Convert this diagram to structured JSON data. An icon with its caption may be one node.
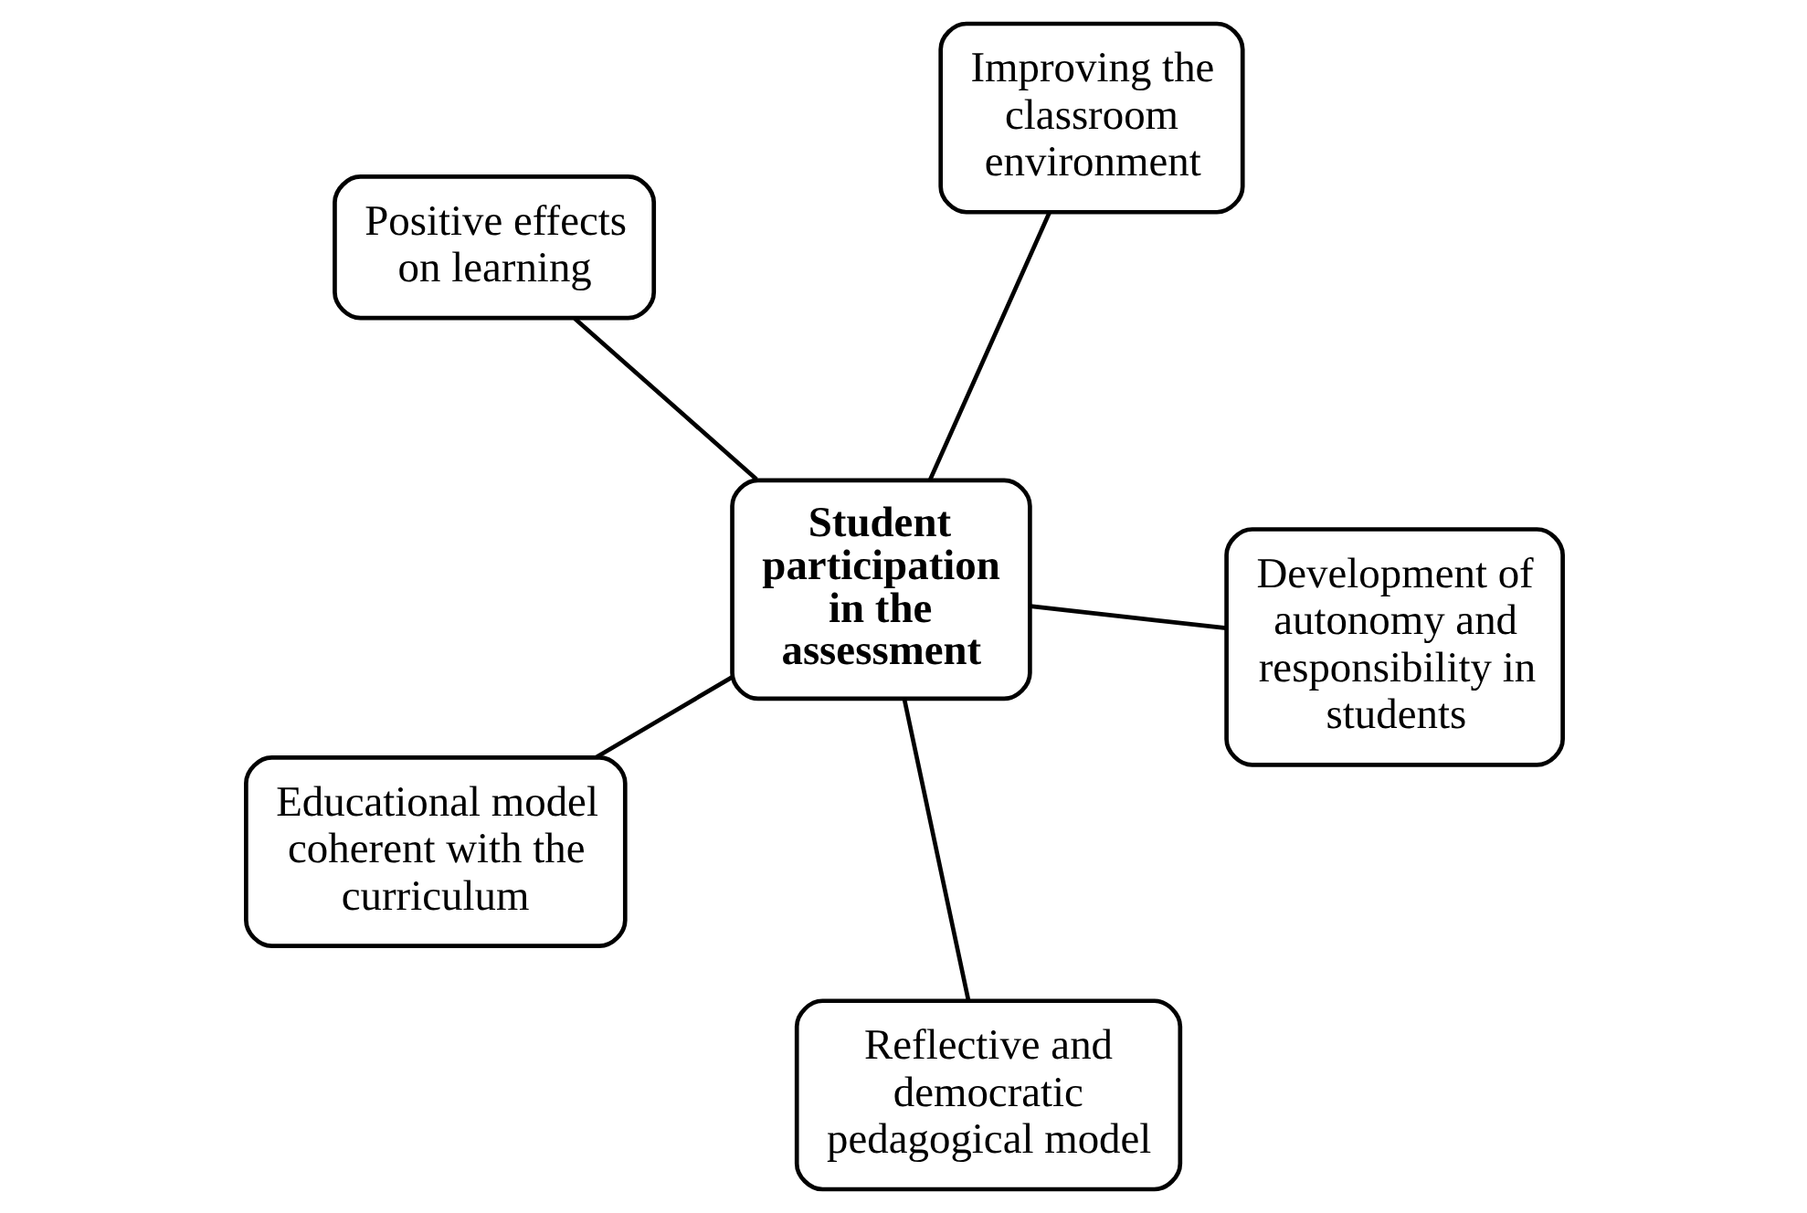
{
  "diagram": {
    "nodes": [
      {
        "text": [
          "Positive effects on learning"
        ]
      },
      {
        "text": [
          "Development of autonomy and responsibility in students"
        ]
      },
      {
        "text": [
          "Reflective and democratic pedagogical model"
        ]
      },
      {
        "text": [
          "Student participation in the assessment"
        ]
      },
      {
        "text": [
          "Improving the classroom environment"
        ]
      },
      {
        "text": [
          "Educational model coherent with the curriculum"
        ]
      }
    ],
    "edges": [
      {
        "from": 3,
        "to": 0,
        "arrow": "none"
      },
      {
        "from": 3,
        "to": 1,
        "arrow": "none"
      },
      {
        "from": 3,
        "to": 2,
        "arrow": "none"
      },
      {
        "from": 3,
        "to": 4,
        "arrow": "none"
      },
      {
        "from": 3,
        "to": 5,
        "arrow": "none"
      }
    ]
  }
}
